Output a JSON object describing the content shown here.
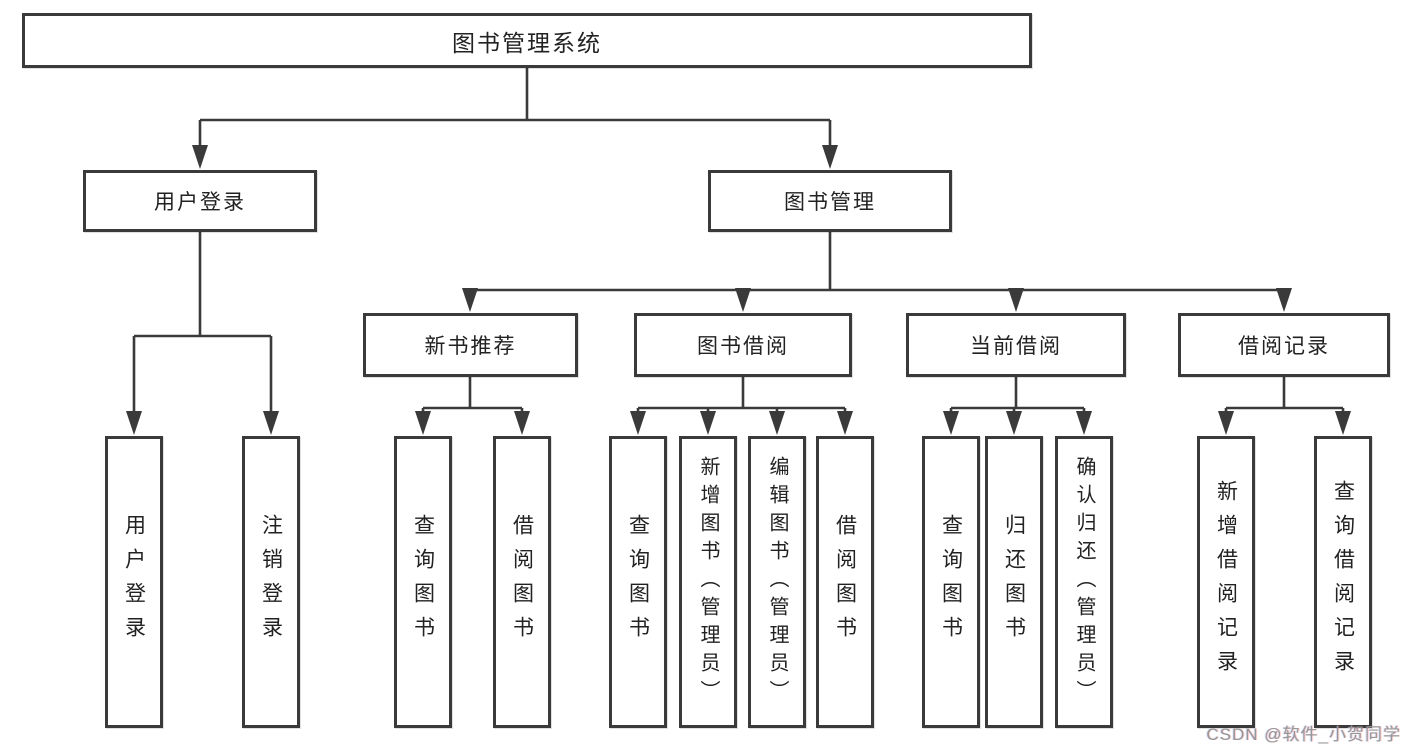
{
  "diagram": {
    "type": "tree",
    "title": "图书管理系统",
    "structure": {
      "root": "图书管理系统",
      "children": [
        {
          "label": "用户登录",
          "children": [
            "用户登录",
            "注销登录"
          ]
        },
        {
          "label": "图书管理",
          "children": [
            {
              "label": "新书推荐",
              "children": [
                "查询图书",
                "借阅图书"
              ]
            },
            {
              "label": "图书借阅",
              "children": [
                "查询图书",
                "新增图书（管理员）",
                "编辑图书（管理员）",
                "借阅图书"
              ]
            },
            {
              "label": "当前借阅",
              "children": [
                "查询图书",
                "归还图书",
                "确认归还（管理员）"
              ]
            },
            {
              "label": "借阅记录",
              "children": [
                "新增借阅记录",
                "查询借阅记录"
              ]
            }
          ]
        }
      ]
    }
  },
  "nodes": {
    "root": {
      "label": "图书管理系统"
    },
    "user_login": {
      "label": "用户登录"
    },
    "book_mgmt": {
      "label": "图书管理"
    },
    "new_book_rec": {
      "label": "新书推荐"
    },
    "book_borrow": {
      "label": "图书借阅"
    },
    "current_borrow": {
      "label": "当前借阅"
    },
    "borrow_record": {
      "label": "借阅记录"
    },
    "ul_login": {
      "label": "用户登录"
    },
    "ul_logout": {
      "label": "注销登录"
    },
    "nb_query": {
      "label": "查询图书"
    },
    "nb_borrow": {
      "label": "借阅图书"
    },
    "bb_query": {
      "label": "查询图书"
    },
    "bb_add": {
      "label": "新增图书（管理员）"
    },
    "bb_edit": {
      "label": "编辑图书（管理员）"
    },
    "bb_borrow": {
      "label": "借阅图书"
    },
    "cb_query": {
      "label": "查询图书"
    },
    "cb_return": {
      "label": "归还图书"
    },
    "cb_confirm": {
      "label": "确认归还（管理员）"
    },
    "br_add": {
      "label": "新增借阅记录"
    },
    "br_query": {
      "label": "查询借阅记录"
    }
  },
  "colors": {
    "line": "#3a3a3a",
    "box_border": "#3a3a3a",
    "text": "#222222",
    "watermark": "#979797"
  },
  "watermark": {
    "text": "CSDN @软件_小贺同学"
  }
}
